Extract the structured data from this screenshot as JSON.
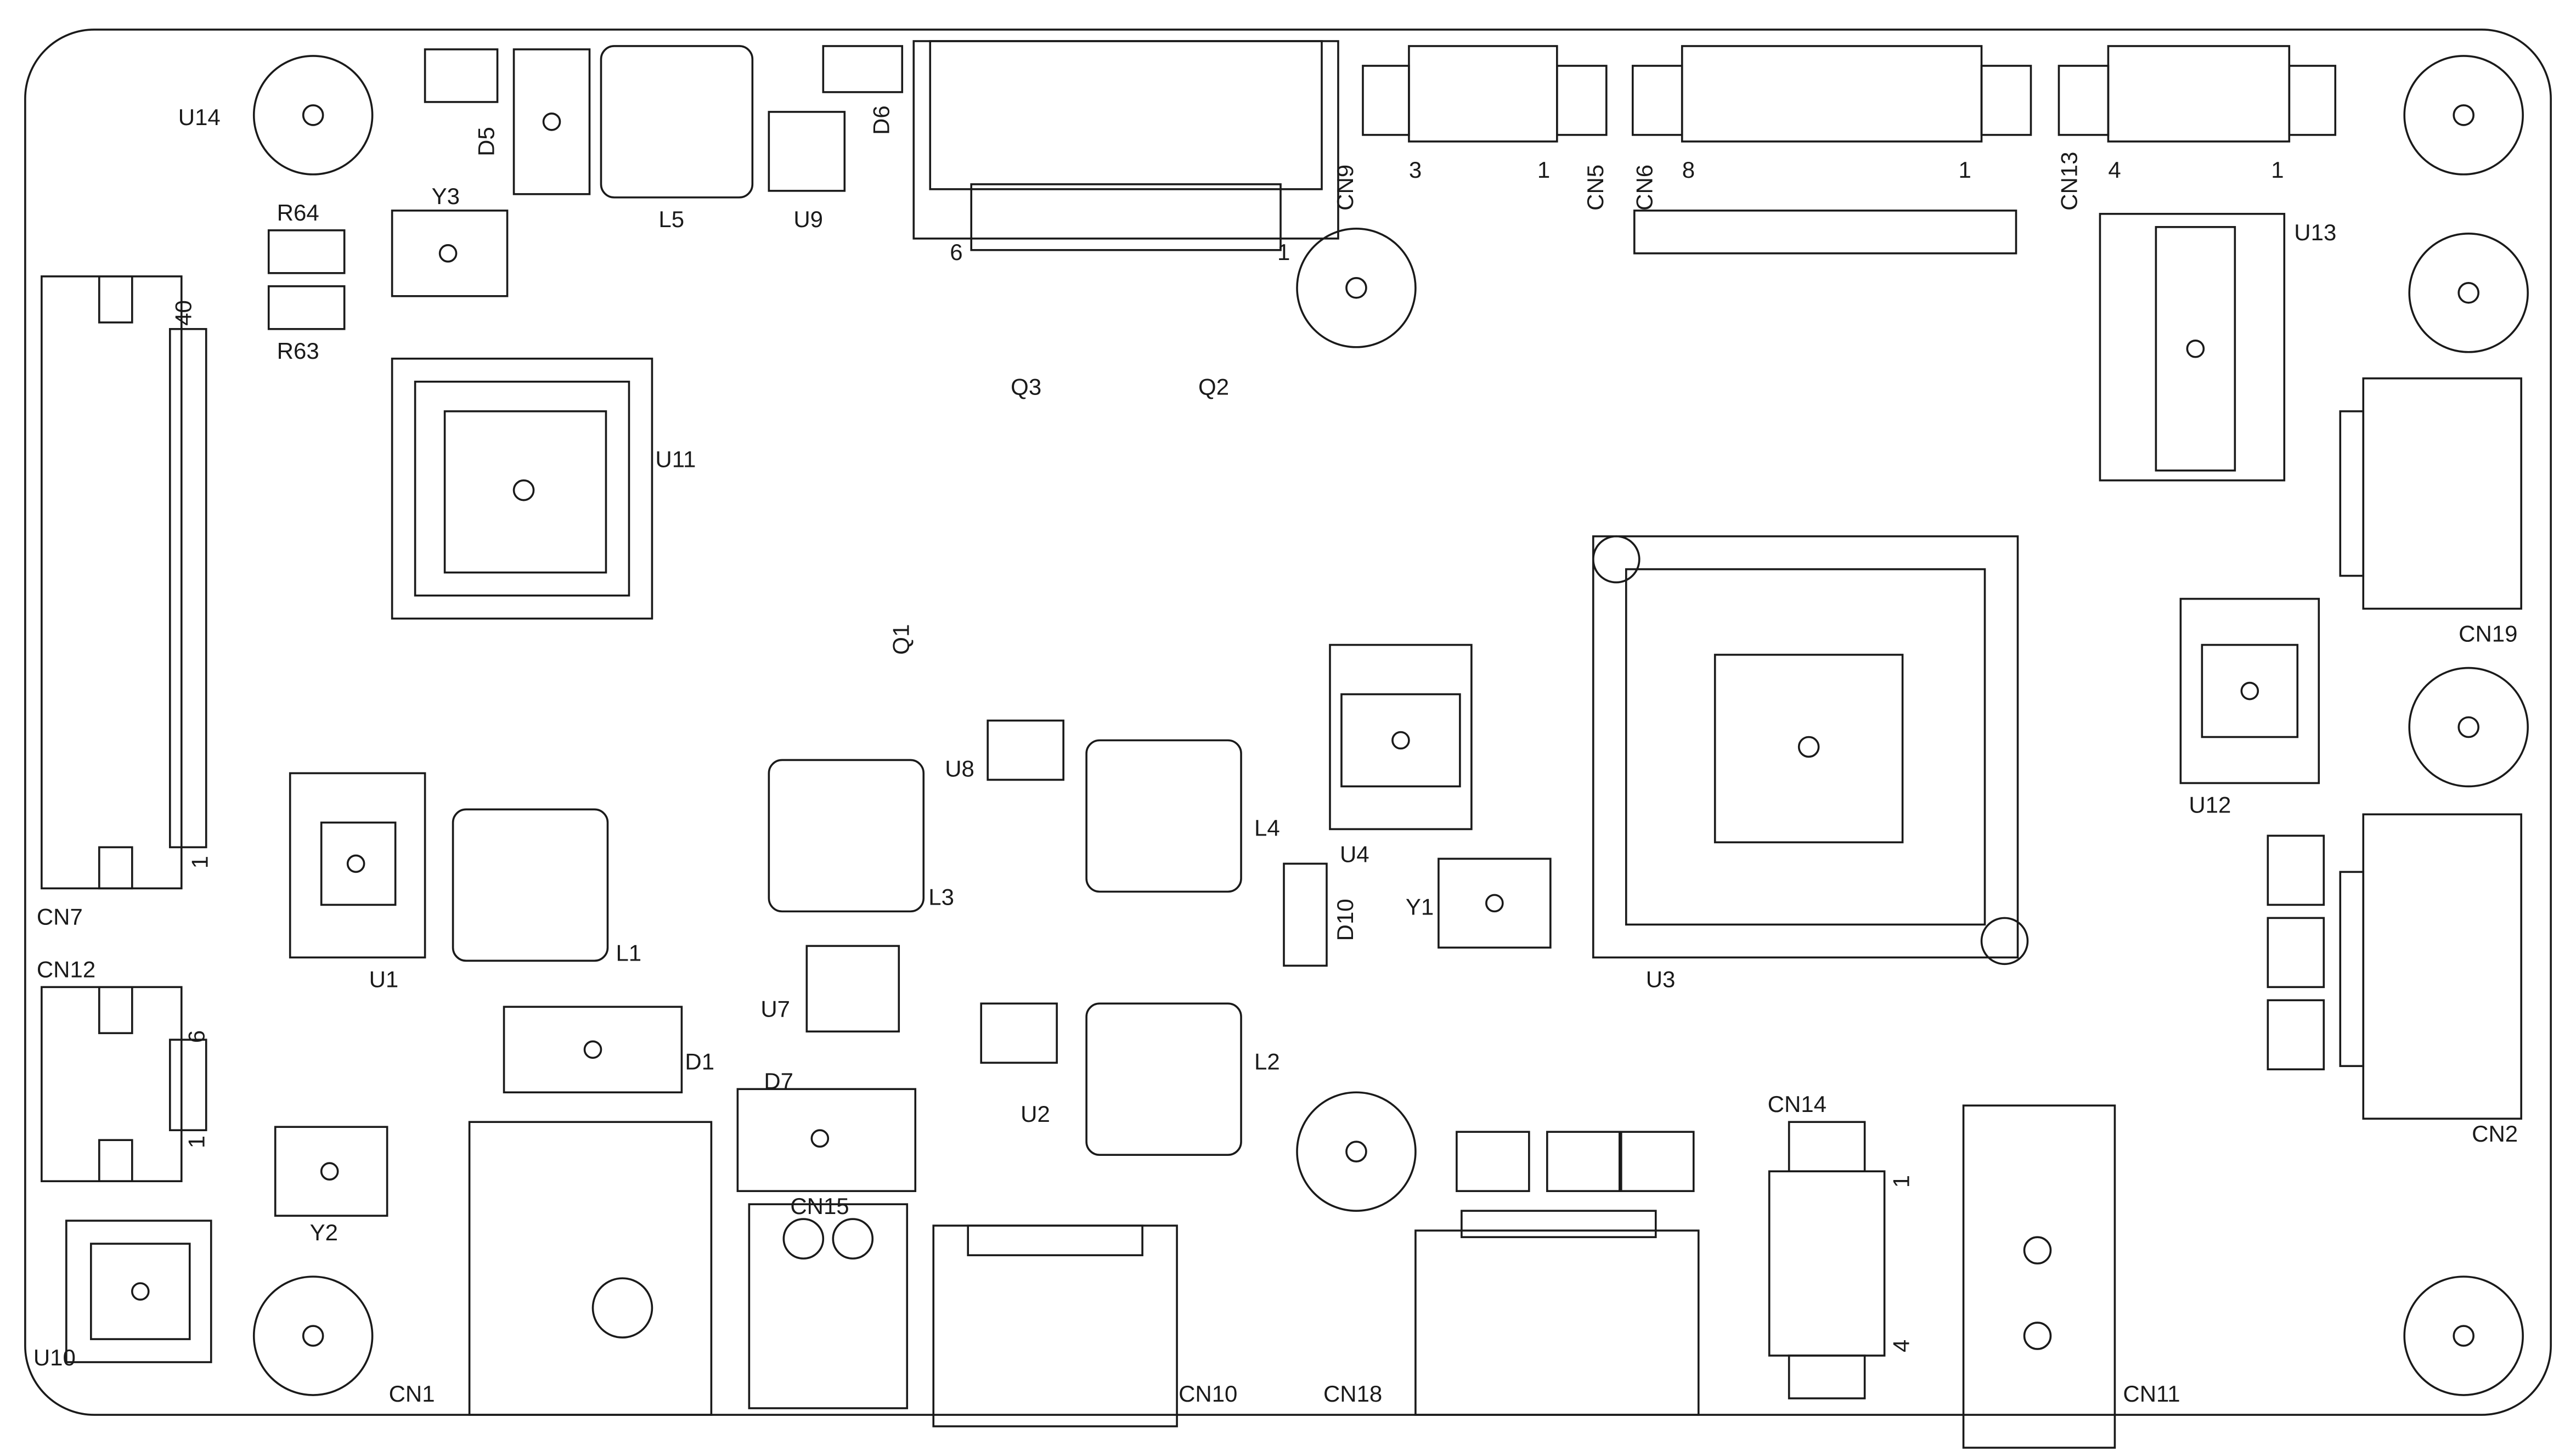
{
  "designators": {
    "U14": "U14",
    "D5": "D5",
    "L5": "L5",
    "U9": "U9",
    "D6": "D6",
    "CN9": "CN9",
    "CN9_pin6": "6",
    "CN9_pin1": "1",
    "CN5": "CN5",
    "CN5_pin3": "3",
    "CN5_pin1": "1",
    "CN6": "CN6",
    "CN6_pin8": "8",
    "CN6_pin1": "1",
    "CN13": "CN13",
    "CN13_pin4": "4",
    "CN13_pin1": "1",
    "R64": "R64",
    "R63": "R63",
    "Y3": "Y3",
    "Q3": "Q3",
    "Q2": "Q2",
    "U13": "U13",
    "CN7": "CN7",
    "CN7_pin40": "40",
    "CN7_pin1": "1",
    "U11": "U11",
    "Q1": "Q1",
    "CN19": "CN19",
    "U8": "U8",
    "U4": "U4",
    "L4": "L4",
    "U12": "U12",
    "L3": "L3",
    "L1": "L1",
    "U1": "U1",
    "D10": "D10",
    "Y1": "Y1",
    "U3": "U3",
    "CN2": "CN2",
    "CN12": "CN12",
    "CN12_pin6": "6",
    "CN12_pin1": "1",
    "U7": "U7",
    "D1": "D1",
    "U2": "U2",
    "L2": "L2",
    "D7": "D7",
    "CN14": "CN14",
    "CN14_pin1": "1",
    "CN14_pin4": "4",
    "Y2": "Y2",
    "CN15": "CN15",
    "U10": "U10",
    "CN1": "CN1",
    "CN10": "CN10",
    "CN18": "CN18",
    "CN11": "CN11"
  },
  "colors": {
    "ink": "#1a1a1a",
    "background": "#ffffff"
  }
}
